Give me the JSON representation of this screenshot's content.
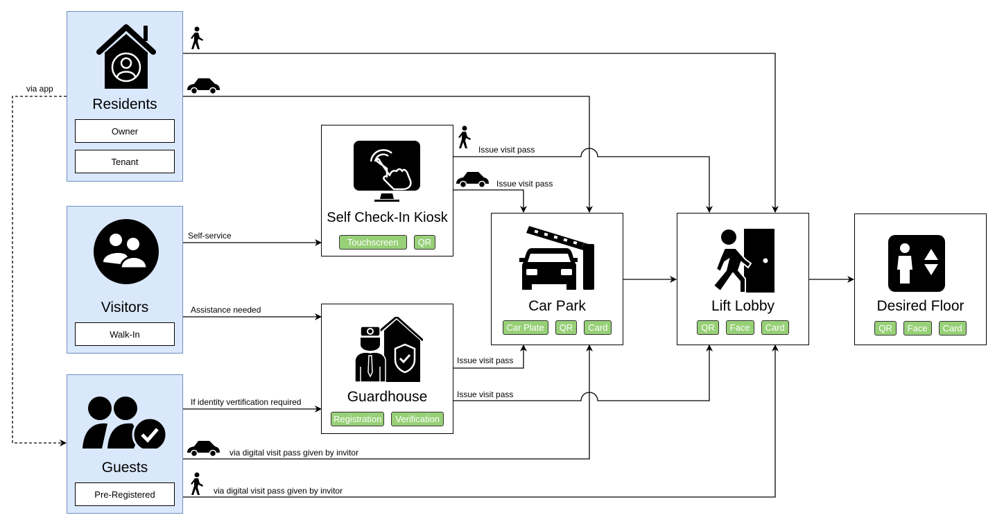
{
  "sources": {
    "residents": {
      "title": "Residents",
      "icon": "house-person-icon",
      "types": [
        "Owner",
        "Tenant"
      ]
    },
    "visitors": {
      "title": "Visitors",
      "icon": "group-icon",
      "types": [
        "Walk-In"
      ]
    },
    "guests": {
      "title": "Guests",
      "icon": "verified-users-icon",
      "types": [
        "Pre-Registered"
      ]
    }
  },
  "nodes": {
    "kiosk": {
      "title": "Self Check-In Kiosk",
      "icon": "touchscreen-monitor-icon",
      "tags": [
        "Touchscreen",
        "QR"
      ]
    },
    "guardhouse": {
      "title": "Guardhouse",
      "icon": "security-guard-icon",
      "tags": [
        "Registration",
        "Verification"
      ]
    },
    "carpark": {
      "title": "Car Park",
      "icon": "car-barrier-icon",
      "tags": [
        "Car Plate",
        "QR",
        "Card"
      ]
    },
    "lobby": {
      "title": "Lift Lobby",
      "icon": "person-entering-door-icon",
      "tags": [
        "QR",
        "Face",
        "Card"
      ]
    },
    "floor": {
      "title": "Desired Floor",
      "icon": "elevator-icon",
      "tags": [
        "QR",
        "Face",
        "Card"
      ]
    }
  },
  "edges": {
    "via_app": "via app",
    "self_service": "Self-service",
    "assistance_needed": "Assistance needed",
    "identity_verification": "If identity vertification required",
    "kiosk_walk": "Issue visit pass",
    "kiosk_car": "Issue visit pass",
    "guard_car": "Issue visit pass",
    "guard_walk": "Issue visit pass",
    "guest_car": "via digital visit pass given by invitor",
    "guest_walk": "via digital visit pass given by invitor"
  },
  "colors": {
    "source_fill": "#dae8fc",
    "source_border": "#6c8ebf",
    "tag_fill": "#97d077"
  }
}
